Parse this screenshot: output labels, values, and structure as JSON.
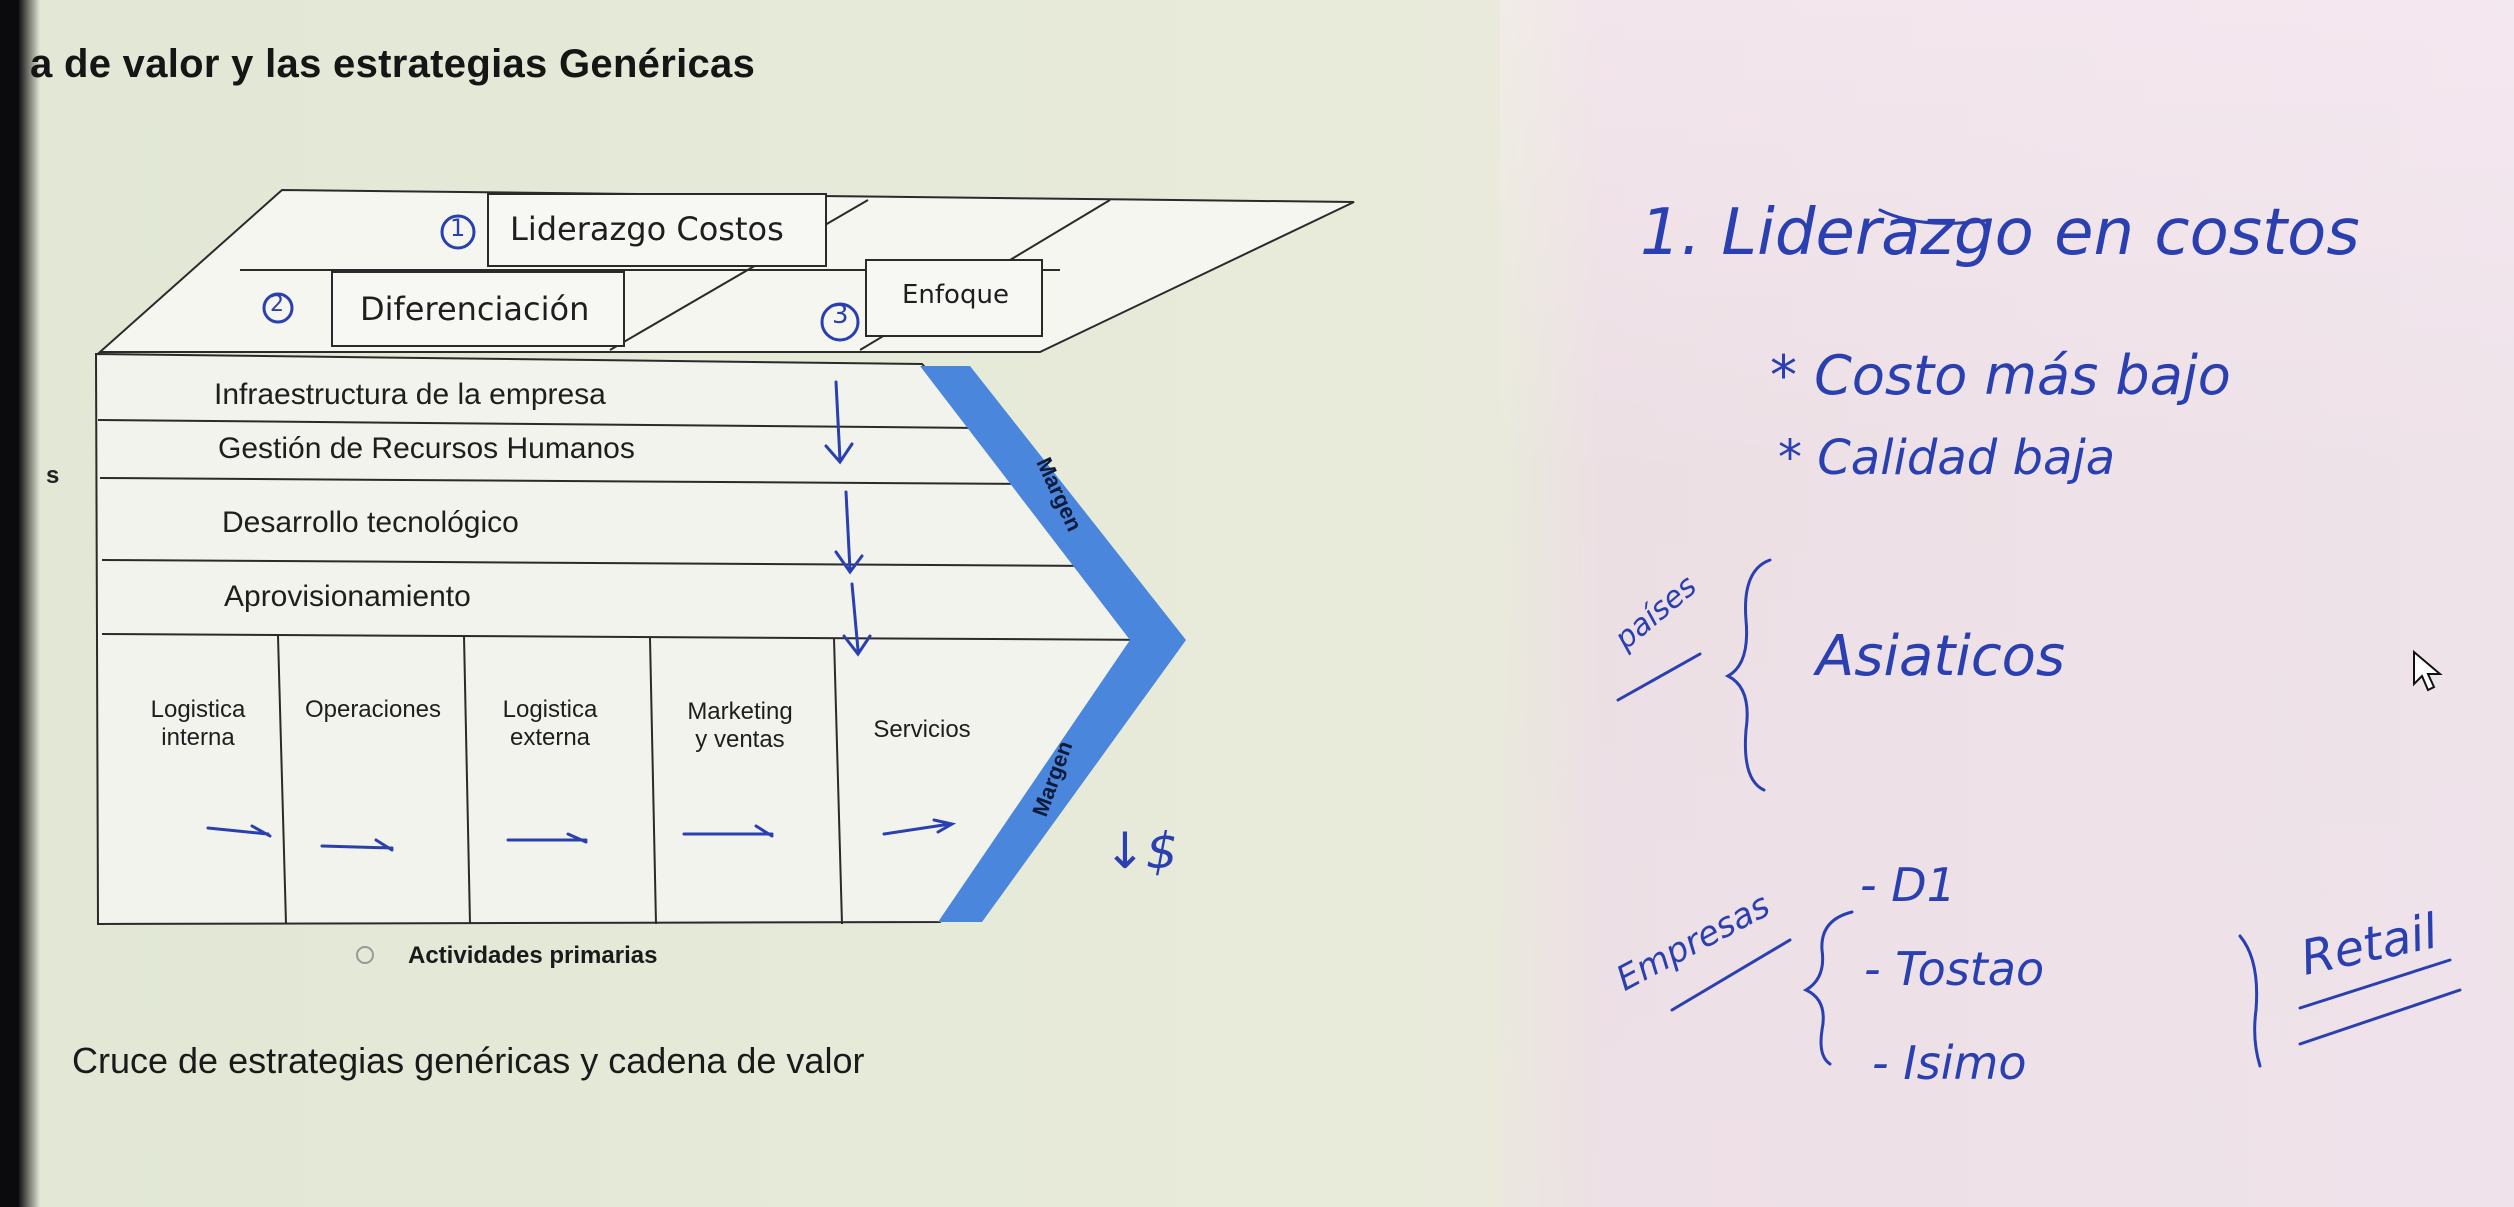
{
  "page": {
    "title": "a de valor y las estrategias Genéricas",
    "caption": "Cruce de estrategias genéricas y cadena de valor",
    "left_edge_fragment": "s"
  },
  "strategies": {
    "cost_number": "1",
    "cost_label": "Liderazgo Costos",
    "diff_number": "2",
    "diff_label": "Diferenciación",
    "focus_number": "3",
    "focus_label": "Enfoque"
  },
  "support_activities": [
    "Infraestructura de la empresa",
    "Gestión de Recursos Humanos",
    "Desarrollo tecnológico",
    "Aprovisionamiento"
  ],
  "primary_activities": [
    {
      "line1": "Logistica",
      "line2": "interna"
    },
    {
      "line1": "Operaciones",
      "line2": ""
    },
    {
      "line1": "Logistica",
      "line2": "externa"
    },
    {
      "line1": "Marketing",
      "line2": "y ventas"
    },
    {
      "line1": "Servicios",
      "line2": ""
    }
  ],
  "primary_axis_label": "Actividades primarias",
  "margin_labels": [
    "Margen",
    "Margen"
  ],
  "margin_color": "#4a86dc",
  "handwritten_notes": {
    "heading": "1. Liderazgo en costos",
    "bullet1": "* Costo más bajo",
    "bullet2": "* Calidad baja",
    "paises_label": "países",
    "paises_value": "Asiaticos",
    "empresas_label": "Empresas",
    "empresa1": "- D1",
    "empresa2": "- Tostao",
    "empresa3": "- Isimo",
    "retail": "Retail",
    "money_note": "↓$",
    "ink_color": "#2a3fb0"
  }
}
